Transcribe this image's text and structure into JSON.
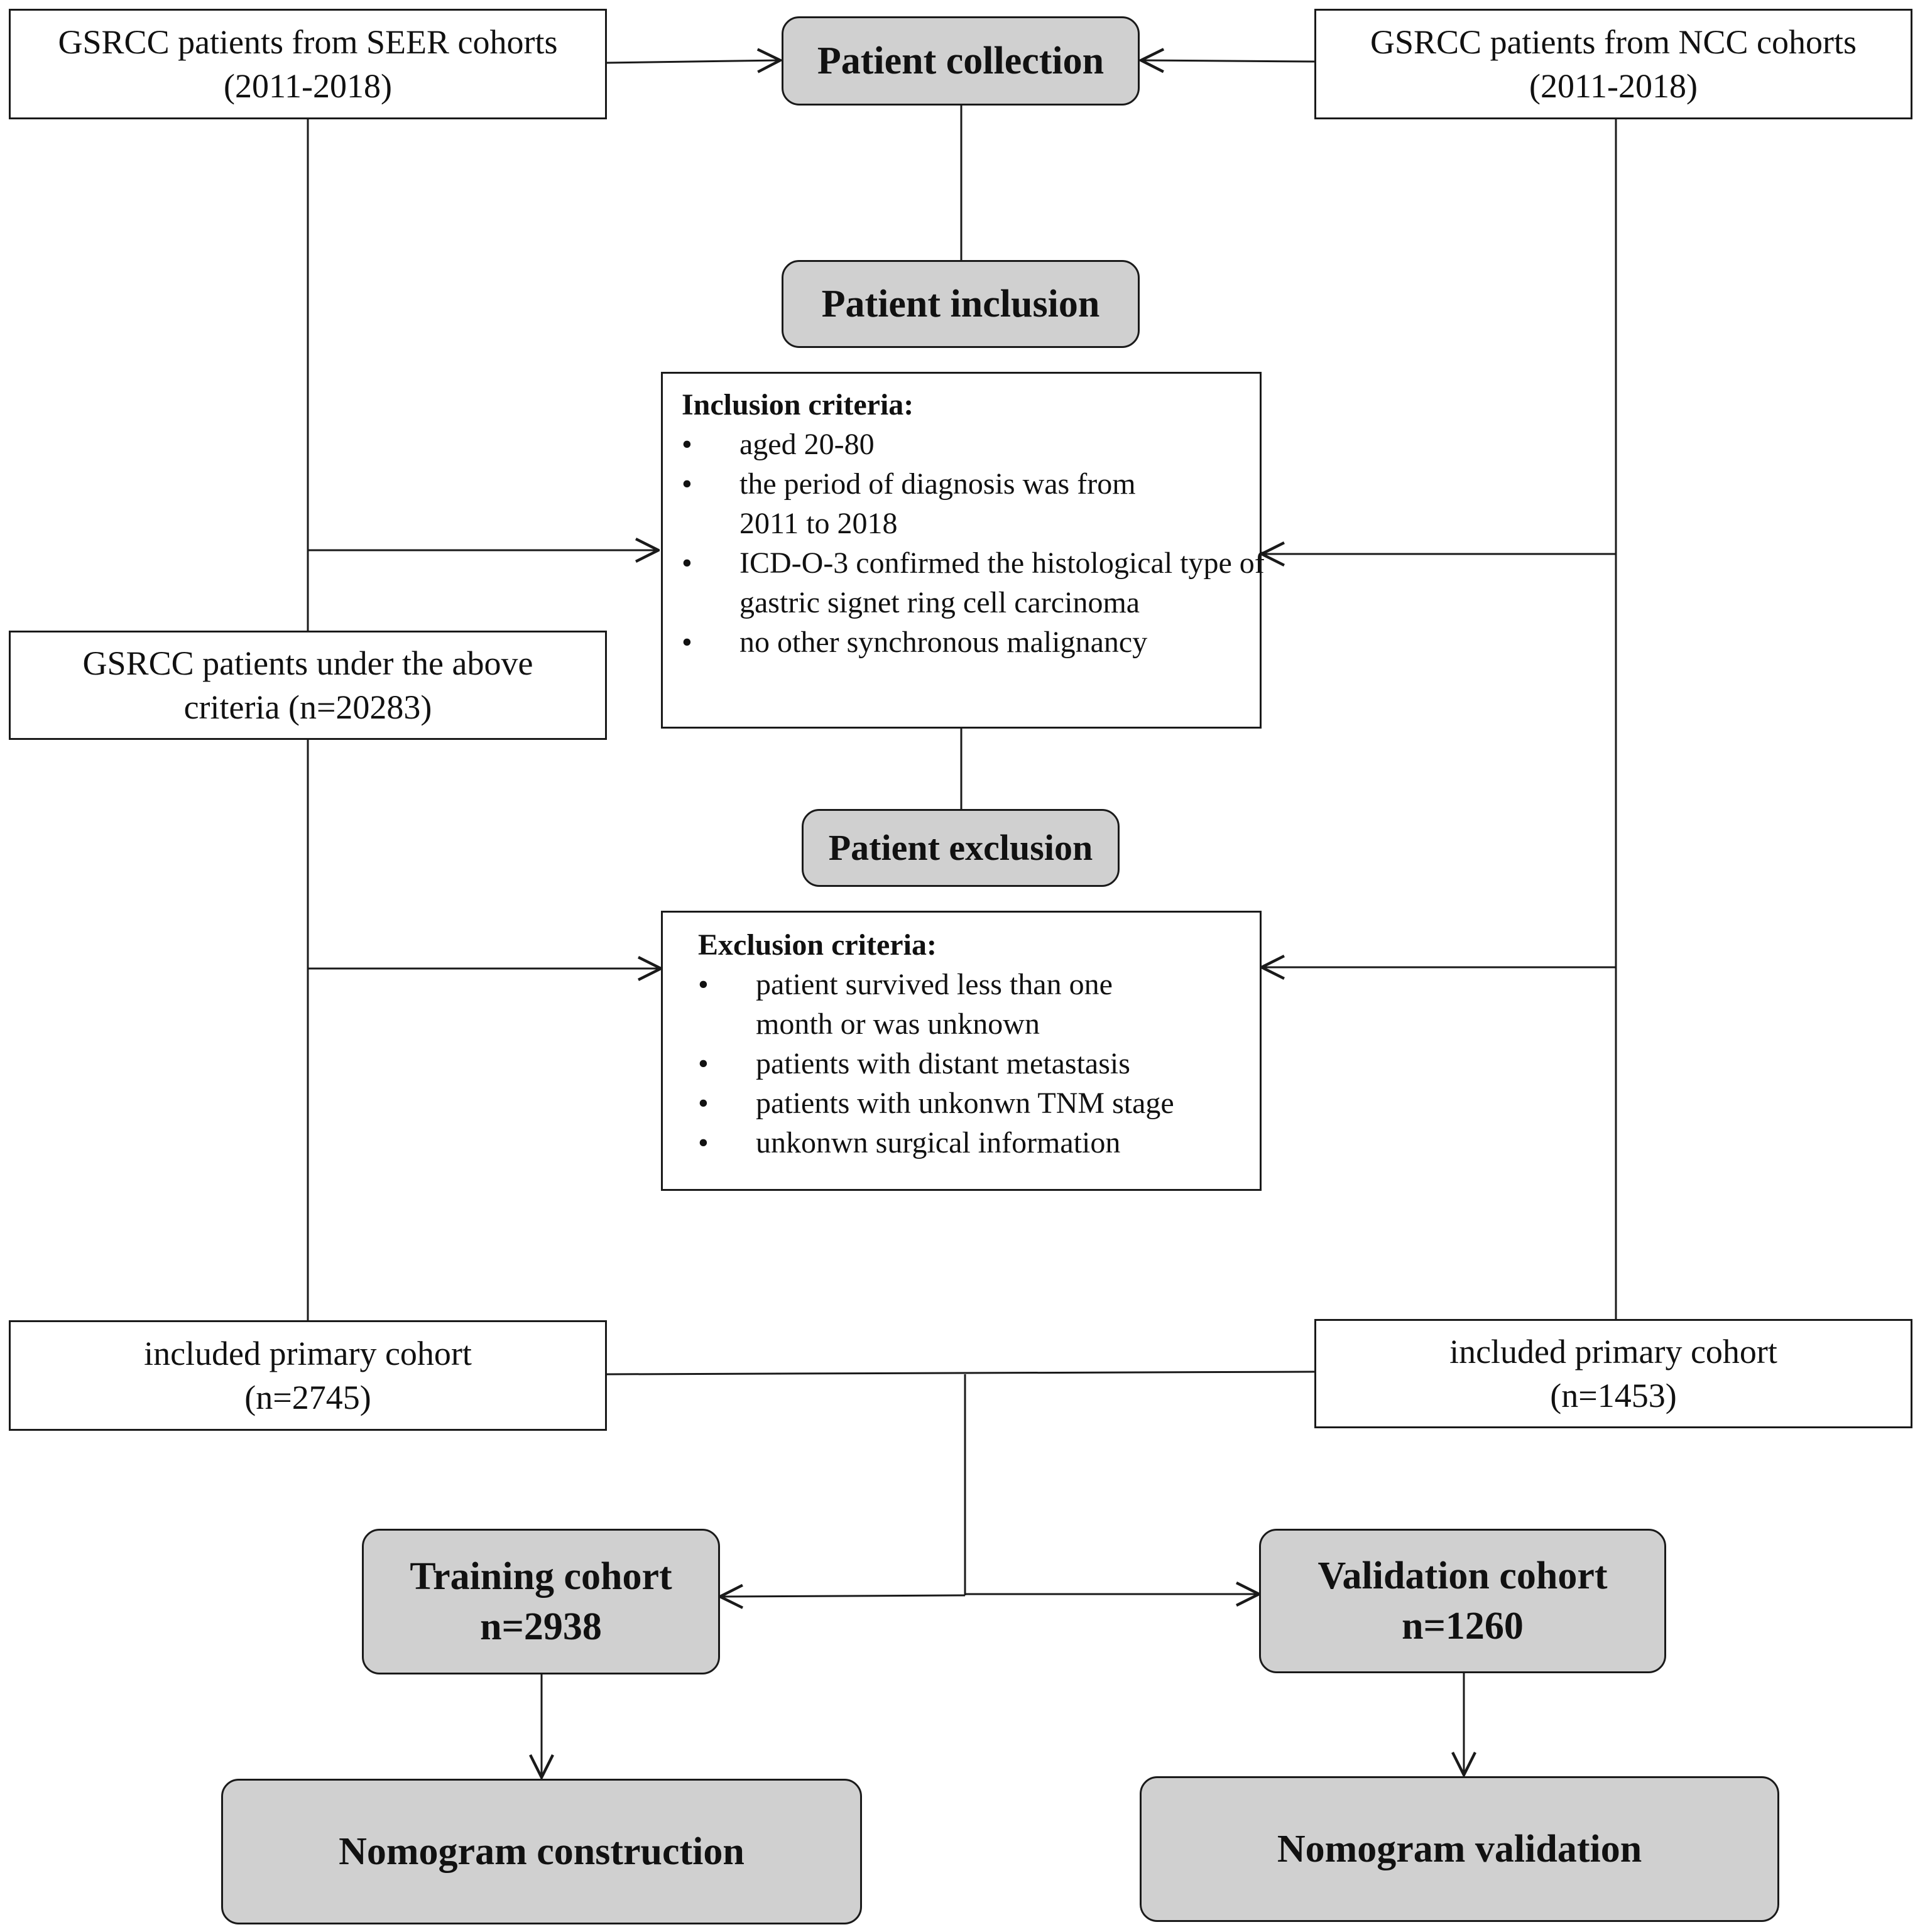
{
  "seer_source": {
    "line1": "GSRCC patients from SEER cohorts",
    "line2": "(2011-2018)"
  },
  "ncc_source": {
    "line1": "GSRCC patients from NCC cohorts",
    "line2": "(2011-2018)"
  },
  "collection": "Patient collection",
  "inclusion": "Patient inclusion",
  "inclusion_criteria": {
    "title": "Inclusion criteria:",
    "items": [
      "aged 20-80",
      "the period of diagnosis was from 2011 to 2018",
      "ICD-O-3 confirmed the histological type of gastric signet ring cell carcinoma",
      "no other synchronous malignancy"
    ]
  },
  "seer_filtered": {
    "line1": "GSRCC patients under the above",
    "line2": "criteria (n=20283)"
  },
  "exclusion": "Patient exclusion",
  "exclusion_criteria": {
    "title": "Exclusion criteria:",
    "items": [
      "patient survived less than one month or was unknown",
      "patients with distant metastasis",
      "patients with unkonwn TNM stage",
      "unkonwn surgical information"
    ]
  },
  "seer_primary": {
    "line1": "included primary cohort",
    "line2": "(n=2745)"
  },
  "ncc_primary": {
    "line1": "included primary cohort",
    "line2": "(n=1453)"
  },
  "training": {
    "line1": "Training cohort",
    "line2": "n=2938"
  },
  "validation": {
    "line1": "Validation cohort",
    "line2": "n=1260"
  },
  "nomo_construction": "Nomogram construction",
  "nomo_validation": "Nomogram validation"
}
